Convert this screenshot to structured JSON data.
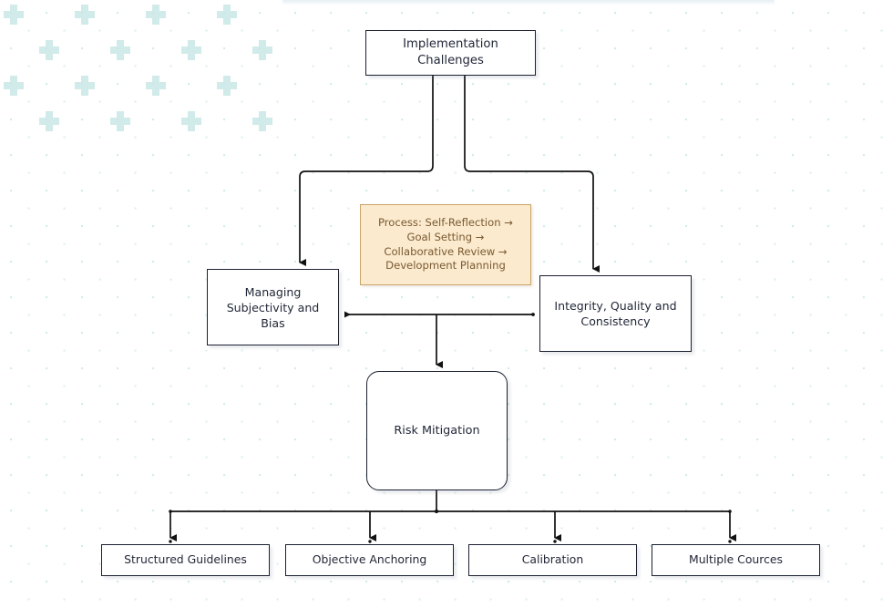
{
  "diagram": {
    "title": "Implementation Challenges",
    "nodes": {
      "root": {
        "label": "Implementation Challenges"
      },
      "subjectivity": {
        "label": "Managing\nSubjectivity and\nBias"
      },
      "integrity": {
        "label": "Integrity, Quality and\nConsistency"
      },
      "risk": {
        "label": "Risk Mitigation"
      },
      "leaves": [
        {
          "label": "Structured Guidelines"
        },
        {
          "label": "Objective Anchoring"
        },
        {
          "label": "Calibration"
        },
        {
          "label": "Multiple Cources"
        }
      ]
    },
    "notes": {
      "process": "Process: Self-Reflection →\nGoal Setting →\nCollaborative Review →\nDevelopment Planning"
    },
    "colors": {
      "node_border": "#1c2030",
      "node_fill": "#ffffff",
      "node_text": "#222838",
      "edge": "#111111",
      "note_fill": "#fbeacd",
      "note_border": "#c9a46a",
      "note_text": "#7a5a33",
      "background": "#ffffff",
      "pattern": "#9ccdcd"
    }
  }
}
